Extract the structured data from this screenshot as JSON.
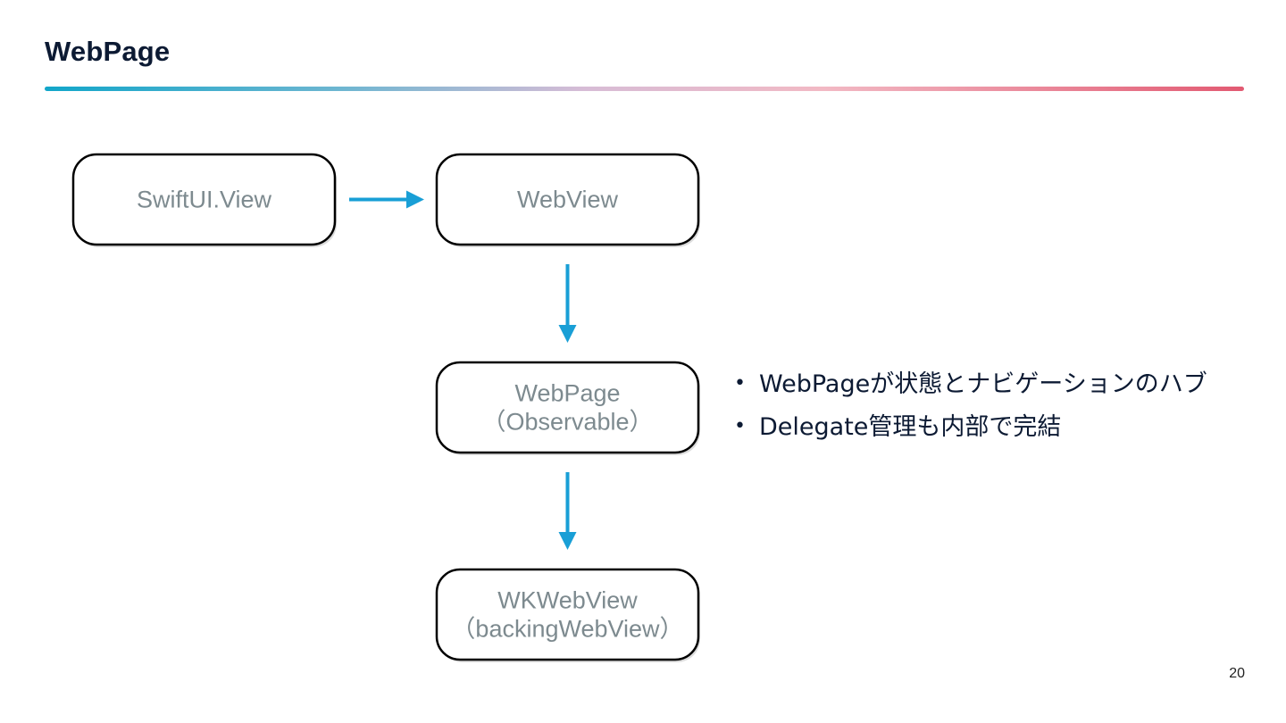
{
  "slide": {
    "title": "WebPage",
    "page_number": "20"
  },
  "diagram": {
    "nodes": [
      {
        "id": "swiftui-view",
        "lines": [
          "SwiftUI.View"
        ]
      },
      {
        "id": "webview",
        "lines": [
          "WebView"
        ]
      },
      {
        "id": "webpage",
        "lines": [
          "WebPage",
          "（Observable）"
        ]
      },
      {
        "id": "wkwebview",
        "lines": [
          "WKWebView",
          "（backingWebView）"
        ]
      }
    ],
    "edges": [
      {
        "from": "swiftui-view",
        "to": "webview"
      },
      {
        "from": "webview",
        "to": "webpage"
      },
      {
        "from": "webpage",
        "to": "wkwebview"
      }
    ],
    "arrow_color": "#199fd6"
  },
  "notes": {
    "bullets": [
      "WebPageが状態とナビゲーションのハブ",
      "Delegate管理も内部で完結"
    ]
  }
}
